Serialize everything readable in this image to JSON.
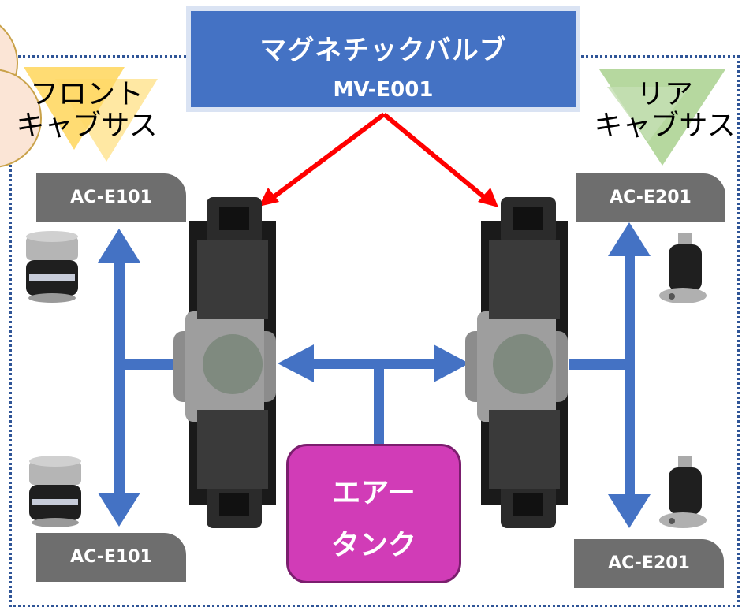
{
  "title": {
    "main": "マグネチックバルブ",
    "sub": "MV-E001"
  },
  "front": {
    "line1": "フロント",
    "line2": "キャブサス"
  },
  "rear": {
    "line1": "リア",
    "line2": "キャブサス"
  },
  "tags": {
    "front_top": "AC-E101",
    "front_bottom": "AC-E101",
    "rear_top": "AC-E201",
    "rear_bottom": "AC-E201"
  },
  "tank": {
    "line1": "エアー",
    "line2": "タンク"
  },
  "colors": {
    "valve_box": "#4472C4",
    "arrow_blue": "#4472C4",
    "arrow_red": "#FF0000",
    "tank": "#D13CB7",
    "front_triangle": "#FFC000",
    "rear_triangle": "#70AD47",
    "tag": "#6E6E6E"
  }
}
